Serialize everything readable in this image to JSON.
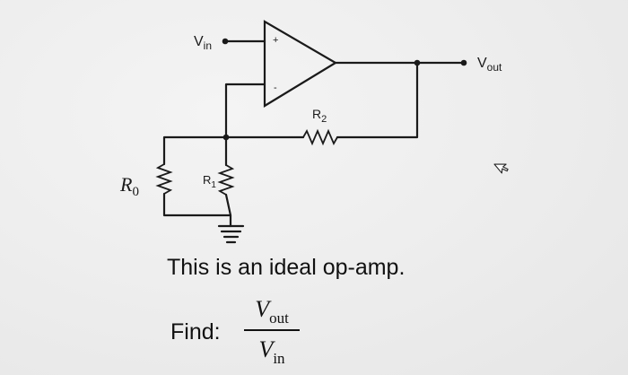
{
  "circuit": {
    "input": {
      "symbol": "V",
      "subscript": "in"
    },
    "output": {
      "symbol": "V",
      "subscript": "out"
    },
    "noninverting_sign": "+",
    "inverting_sign": "-",
    "feedback_resistor": {
      "symbol": "R",
      "subscript": "2"
    },
    "ground_resistor": {
      "symbol": "R",
      "subscript": "1"
    },
    "outer_resistor": {
      "symbol": "R",
      "subscript": "0"
    }
  },
  "problem": {
    "statement": "This is an ideal op-amp.",
    "find_label": "Find:",
    "numerator": {
      "symbol": "V",
      "subscript": "out"
    },
    "denominator": {
      "symbol": "V",
      "subscript": "in"
    }
  }
}
